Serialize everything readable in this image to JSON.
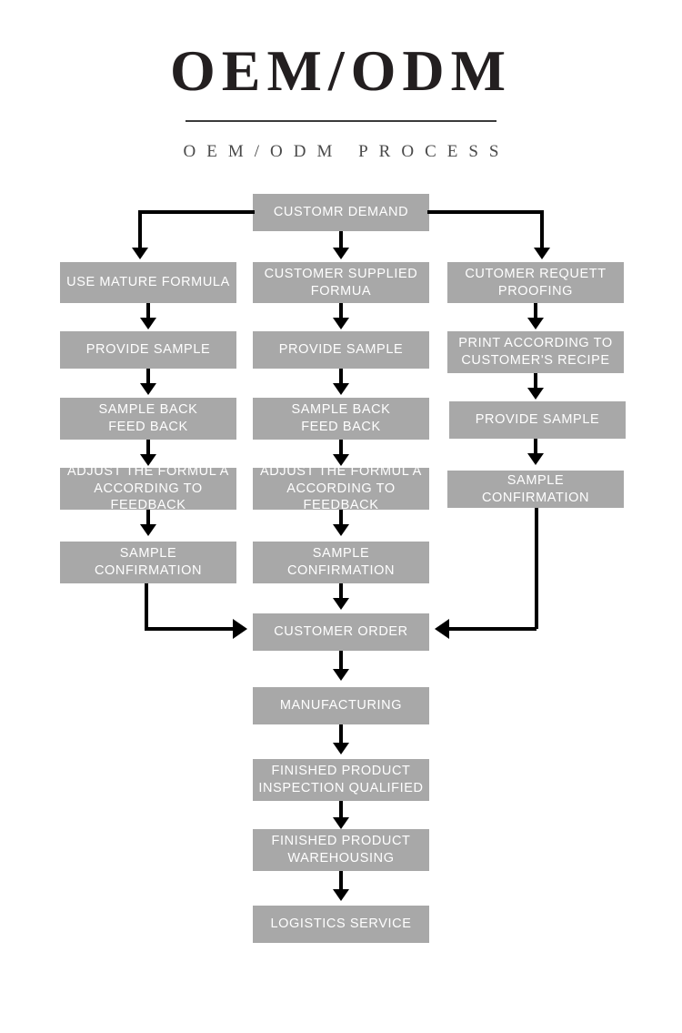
{
  "header": {
    "title": "OEM/ODM",
    "subtitle": "OEM/ODM PROCESS"
  },
  "colors": {
    "box_fill": "#a8a8a8",
    "box_text": "#ffffff",
    "connector": "#000000",
    "title_text": "#231f20",
    "background": "#ffffff"
  },
  "chart_data": {
    "type": "diagram",
    "title": "OEM/ODM Process",
    "nodes": [
      {
        "id": "n0",
        "label": "CUSTOMR DEMAND"
      },
      {
        "id": "l1",
        "label": "USE MATURE FORMULA"
      },
      {
        "id": "l2",
        "label": "PROVIDE SAMPLE"
      },
      {
        "id": "l3",
        "label": "SAMPLE BACK\nFEED BACK"
      },
      {
        "id": "l4",
        "label": "ADJUST THE FORMUL A\nACCORDING TO FEEDBACK"
      },
      {
        "id": "l5",
        "label": "SAMPLE CONFIRMATION"
      },
      {
        "id": "m1",
        "label": "CUSTOMER SUPPLIED\nFORMUA"
      },
      {
        "id": "m2",
        "label": "PROVIDE SAMPLE"
      },
      {
        "id": "m3",
        "label": "SAMPLE BACK\nFEED BACK"
      },
      {
        "id": "m4",
        "label": "ADJUST THE FORMUL A\nACCORDING TO FEEDBACK"
      },
      {
        "id": "m5",
        "label": "SAMPLE CONFIRMATION"
      },
      {
        "id": "r1",
        "label": "CUTOMER REQUETT\nPROOFING"
      },
      {
        "id": "r2",
        "label": "PRINT ACCORDING TO\nCUSTOMER'S RECIPE"
      },
      {
        "id": "r3",
        "label": "PROVIDE SAMPLE"
      },
      {
        "id": "r4",
        "label": "SAMPLE CONFIRMATION"
      },
      {
        "id": "c1",
        "label": "CUSTOMER ORDER"
      },
      {
        "id": "c2",
        "label": "MANUFACTURING"
      },
      {
        "id": "c3",
        "label": "FINISHED PRODUCT\nINSPECTION QUALIFIED"
      },
      {
        "id": "c4",
        "label": "FINISHED PRODUCT\nWAREHOUSING"
      },
      {
        "id": "c5",
        "label": "LOGISTICS SERVICE"
      }
    ],
    "edges": [
      {
        "from": "n0",
        "to": "l1"
      },
      {
        "from": "n0",
        "to": "m1"
      },
      {
        "from": "n0",
        "to": "r1"
      },
      {
        "from": "l1",
        "to": "l2"
      },
      {
        "from": "l2",
        "to": "l3"
      },
      {
        "from": "l3",
        "to": "l4"
      },
      {
        "from": "l4",
        "to": "l5"
      },
      {
        "from": "l5",
        "to": "c1"
      },
      {
        "from": "m1",
        "to": "m2"
      },
      {
        "from": "m2",
        "to": "m3"
      },
      {
        "from": "m3",
        "to": "m4"
      },
      {
        "from": "m4",
        "to": "m5"
      },
      {
        "from": "m5",
        "to": "c1"
      },
      {
        "from": "r1",
        "to": "r2"
      },
      {
        "from": "r2",
        "to": "r3"
      },
      {
        "from": "r3",
        "to": "r4"
      },
      {
        "from": "r4",
        "to": "c1"
      },
      {
        "from": "c1",
        "to": "c2"
      },
      {
        "from": "c2",
        "to": "c3"
      },
      {
        "from": "c3",
        "to": "c4"
      },
      {
        "from": "c4",
        "to": "c5"
      }
    ]
  }
}
